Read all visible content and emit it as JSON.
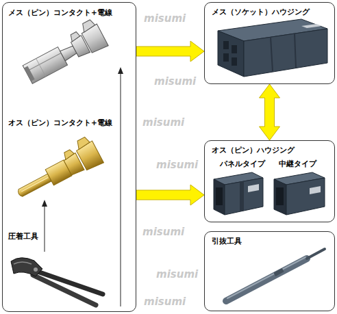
{
  "diagram": {
    "nodes": [
      {
        "text": [
          "メス（ピン）コンタクト+電線",
          "オス（ピン）コンタクト+電線",
          "圧着工具"
        ]
      },
      {
        "text": [
          "メス（ソケット）ハウジング"
        ]
      },
      {
        "text": [
          "オス（ピン）ハウジング",
          "パネルタイプ",
          "中継タイプ"
        ]
      },
      {
        "text": [
          "引抜工具"
        ]
      }
    ],
    "edges": [
      {
        "from": 0,
        "to": 1,
        "arrow": "to"
      },
      {
        "from": 0,
        "to": 2,
        "arrow": "to"
      },
      {
        "from": 1,
        "to": 2,
        "arrow": "both"
      }
    ],
    "labels": [
      "misumi",
      "misumi",
      "misumi",
      "misumi",
      "misumi",
      "misumi",
      "misumi"
    ]
  }
}
